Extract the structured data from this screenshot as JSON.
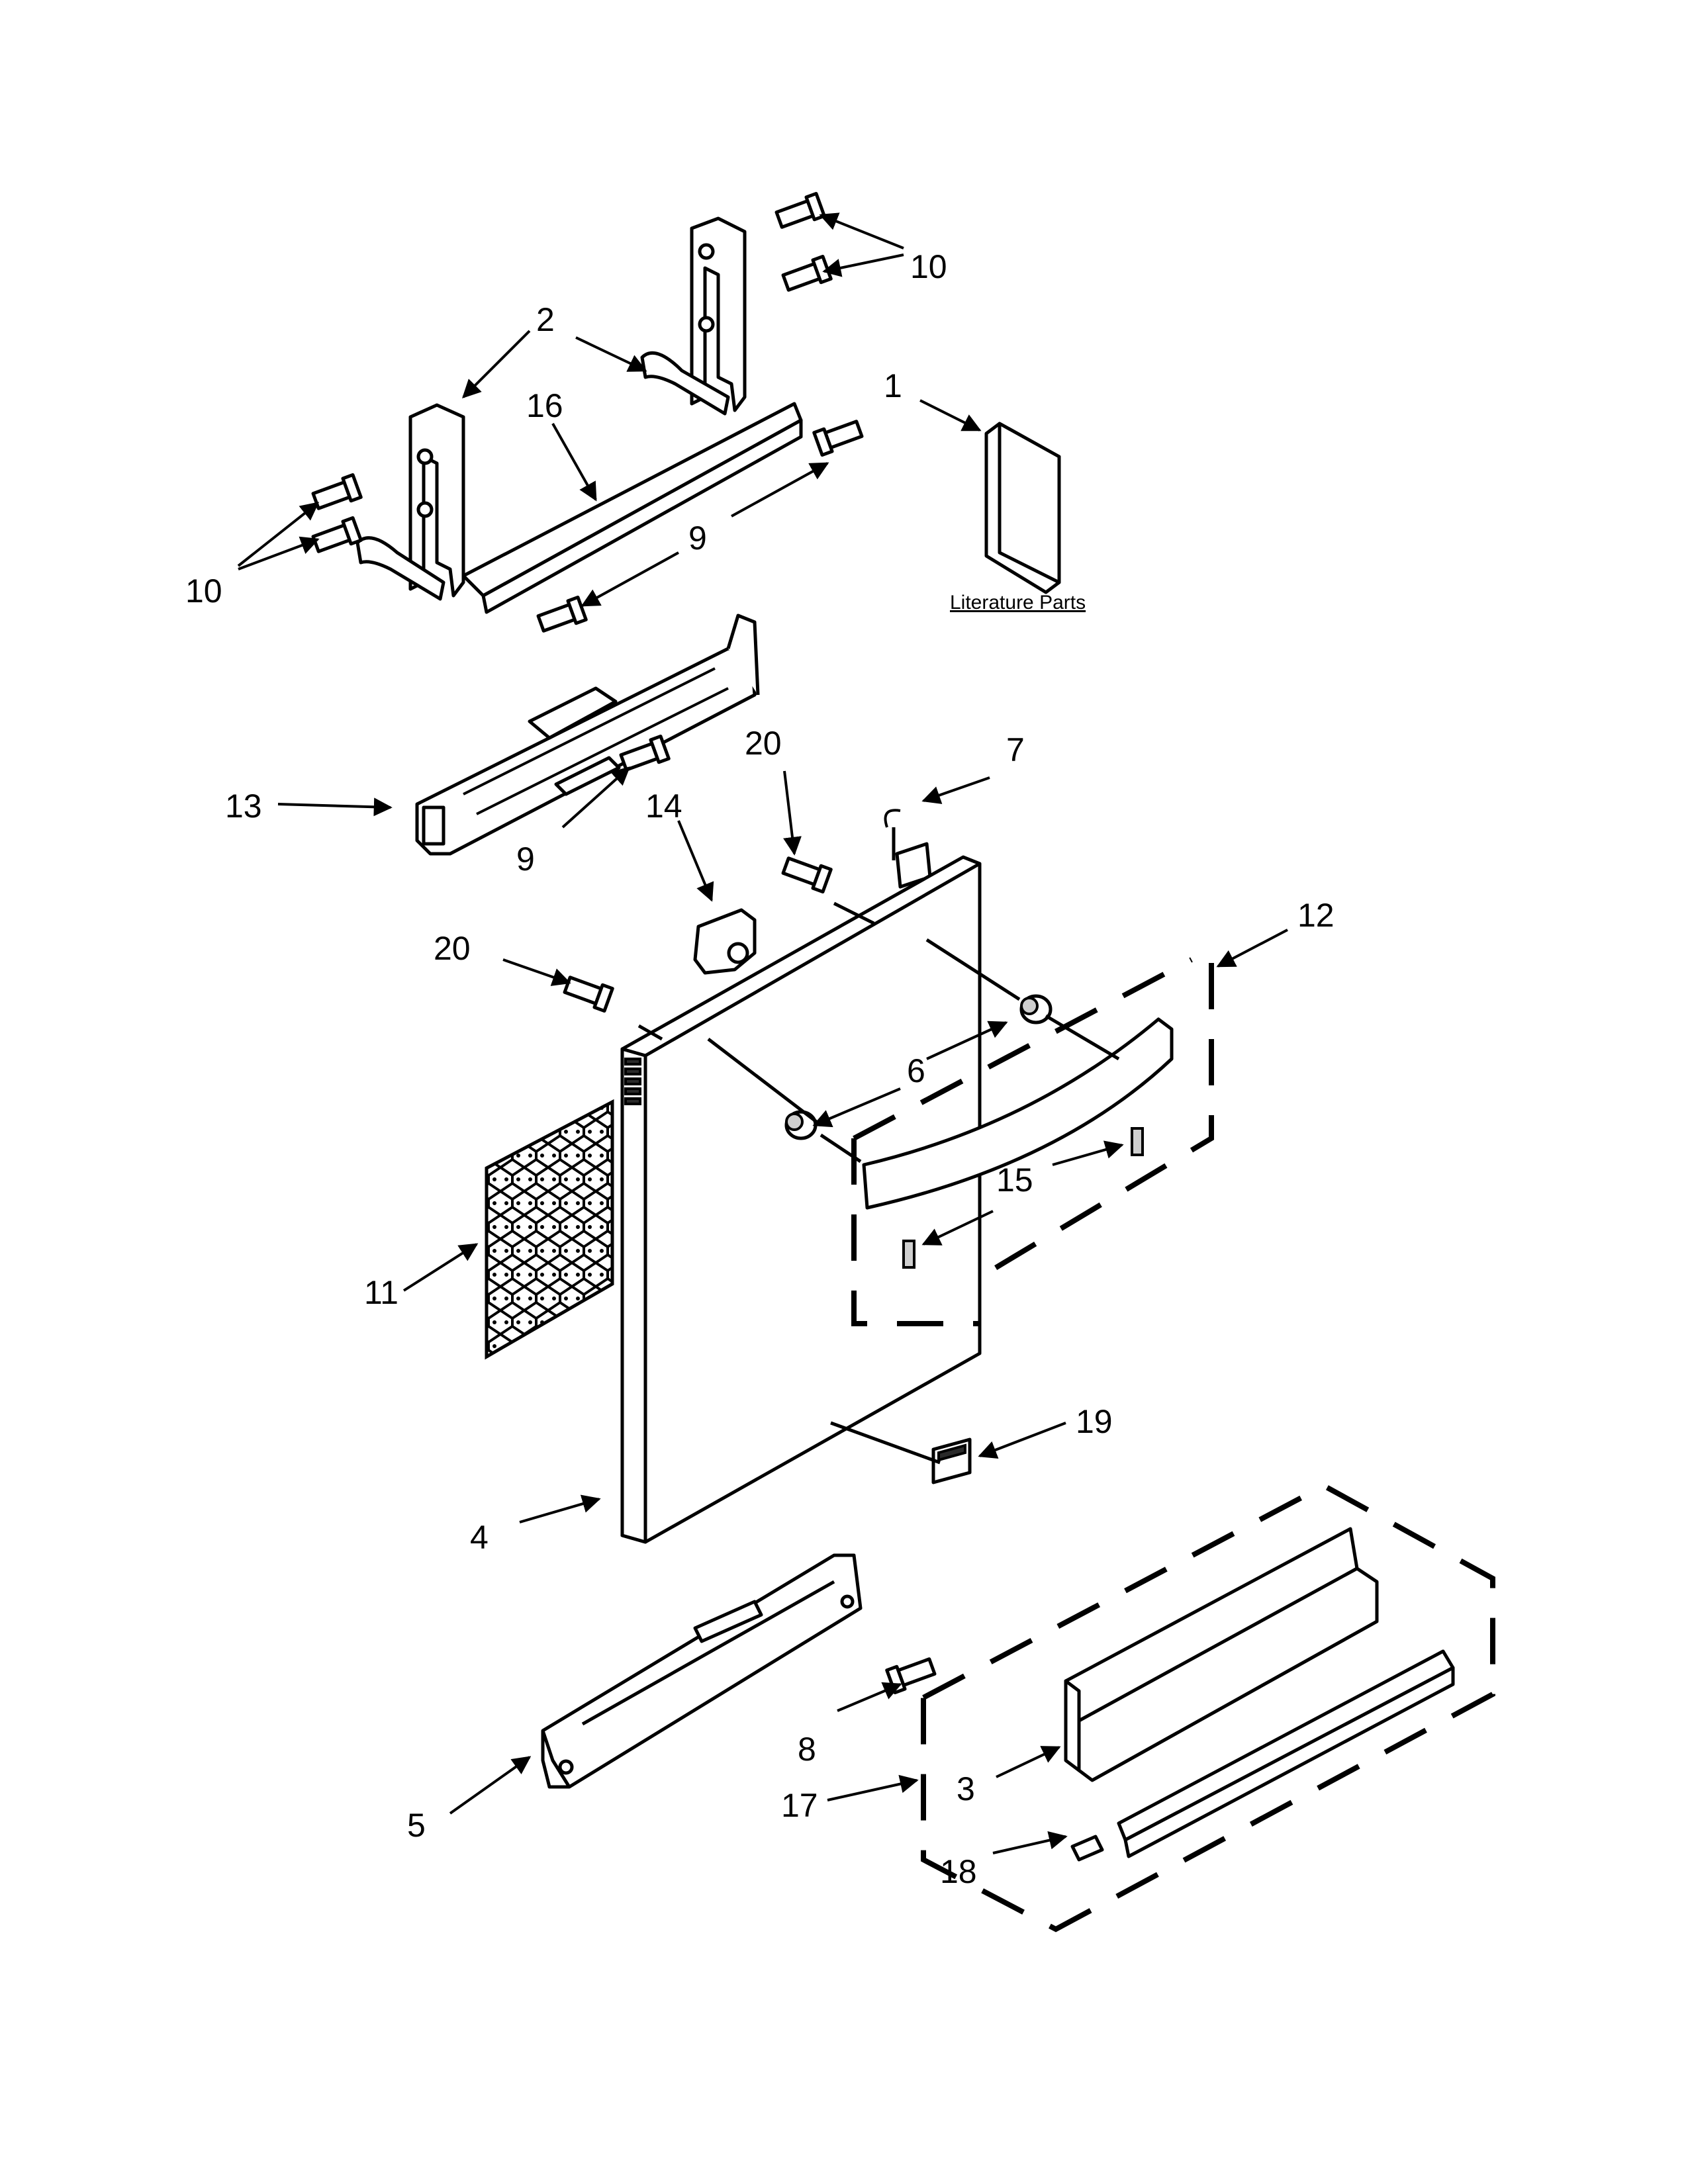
{
  "diagram": {
    "caption_literature": "Literature Parts",
    "callouts": {
      "c1": "1",
      "c2": "2",
      "c3": "3",
      "c4": "4",
      "c5": "5",
      "c6": "6",
      "c7": "7",
      "c8": "8",
      "c9a": "9",
      "c9b": "9",
      "c10a": "10",
      "c10b": "10",
      "c11": "11",
      "c12": "12",
      "c13": "13",
      "c14": "14",
      "c15": "15",
      "c16": "16",
      "c17": "17",
      "c18": "18",
      "c19": "19",
      "c20a": "20",
      "c20b": "20"
    }
  }
}
